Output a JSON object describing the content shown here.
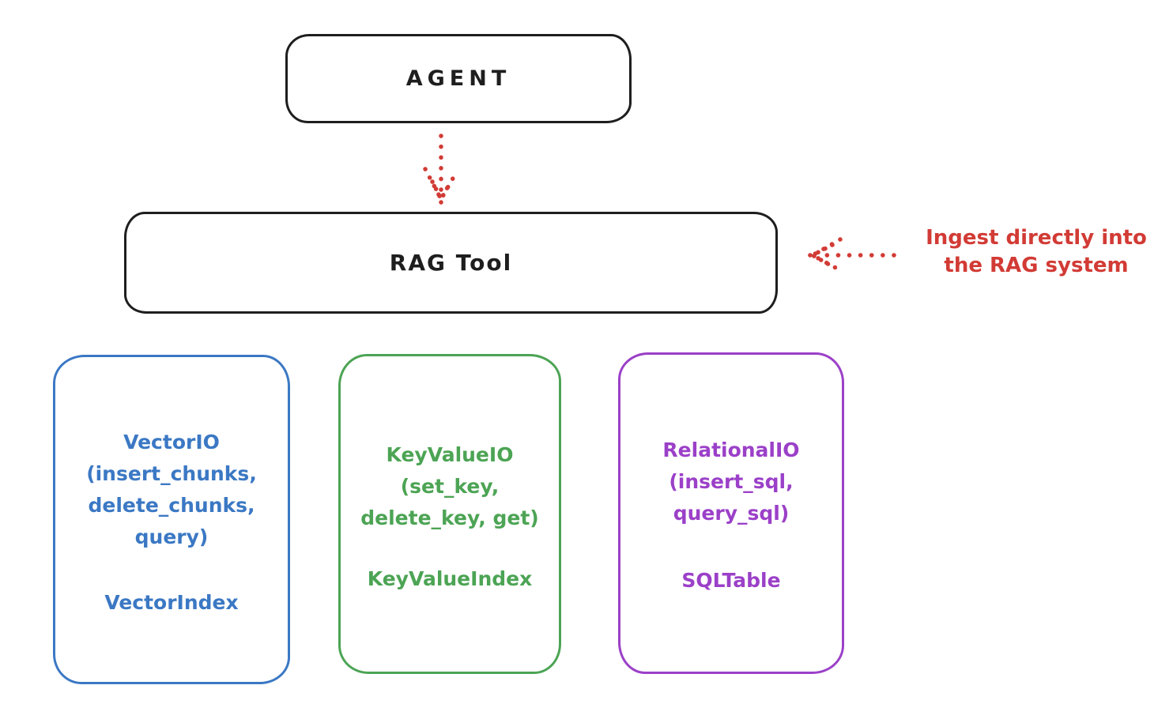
{
  "nodes": {
    "agent": {
      "label": "AGENT"
    },
    "rag_tool": {
      "label": "RAG Tool"
    }
  },
  "annotation": {
    "lines": [
      "Ingest directly into",
      "the RAG system"
    ]
  },
  "io_boxes": [
    {
      "id": "vector-io",
      "lines": [
        "VectorIO",
        "(insert_chunks,",
        "delete_chunks,",
        "query)"
      ],
      "index_label": "VectorIndex",
      "color": "#3b78c4"
    },
    {
      "id": "keyvalue-io",
      "lines": [
        "KeyValueIO",
        "(set_key,",
        "delete_key, get)"
      ],
      "index_label": "KeyValueIndex",
      "color": "#4ca454"
    },
    {
      "id": "relational-io",
      "lines": [
        "RelationalIO",
        "(insert_sql,",
        "query_sql)"
      ],
      "index_label": "SQLTable",
      "color": "#9b40c8"
    }
  ],
  "palette": {
    "stroke_black": "#1e1e1e",
    "arrow_red": "#d23b35",
    "vector_blue": "#3b78c4",
    "keyvalue_green": "#4ca454",
    "relational_purple": "#9b40c8",
    "background": "#ffffff"
  }
}
